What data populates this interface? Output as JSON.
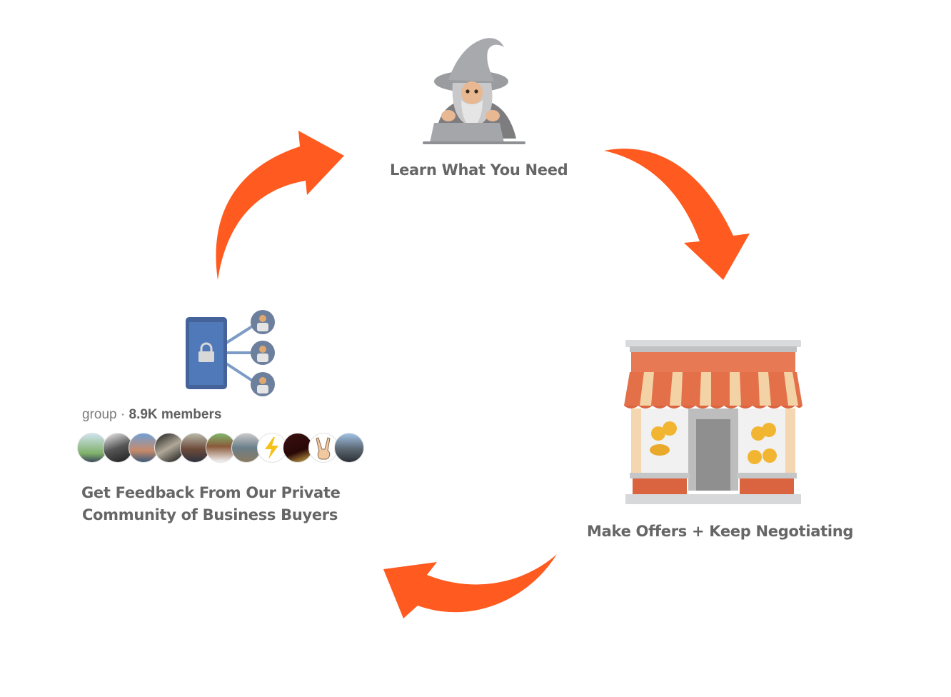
{
  "diagram": {
    "title": "Business Buying Cycle",
    "accent_color": "#FF5A1F",
    "text_color": "#666666",
    "steps": [
      {
        "id": "learn",
        "label": "Learn What You Need",
        "icon": "wizard-with-laptop-icon"
      },
      {
        "id": "offers",
        "label": "Make Offers + Keep Negotiating",
        "icon": "storefront-icon"
      },
      {
        "id": "feedback",
        "label_lines": [
          "Get Feedback  From Our Private",
          "Community of Business Buyers"
        ],
        "icon": "private-group-icon"
      }
    ],
    "arrows": [
      {
        "from": "learn",
        "to": "offers",
        "direction": "clockwise"
      },
      {
        "from": "offers",
        "to": "feedback",
        "direction": "clockwise"
      },
      {
        "from": "feedback",
        "to": "learn",
        "direction": "clockwise"
      }
    ],
    "group": {
      "type_label": "group",
      "separator": "·",
      "member_count": "8.9K members",
      "avatar_count": 11
    }
  }
}
